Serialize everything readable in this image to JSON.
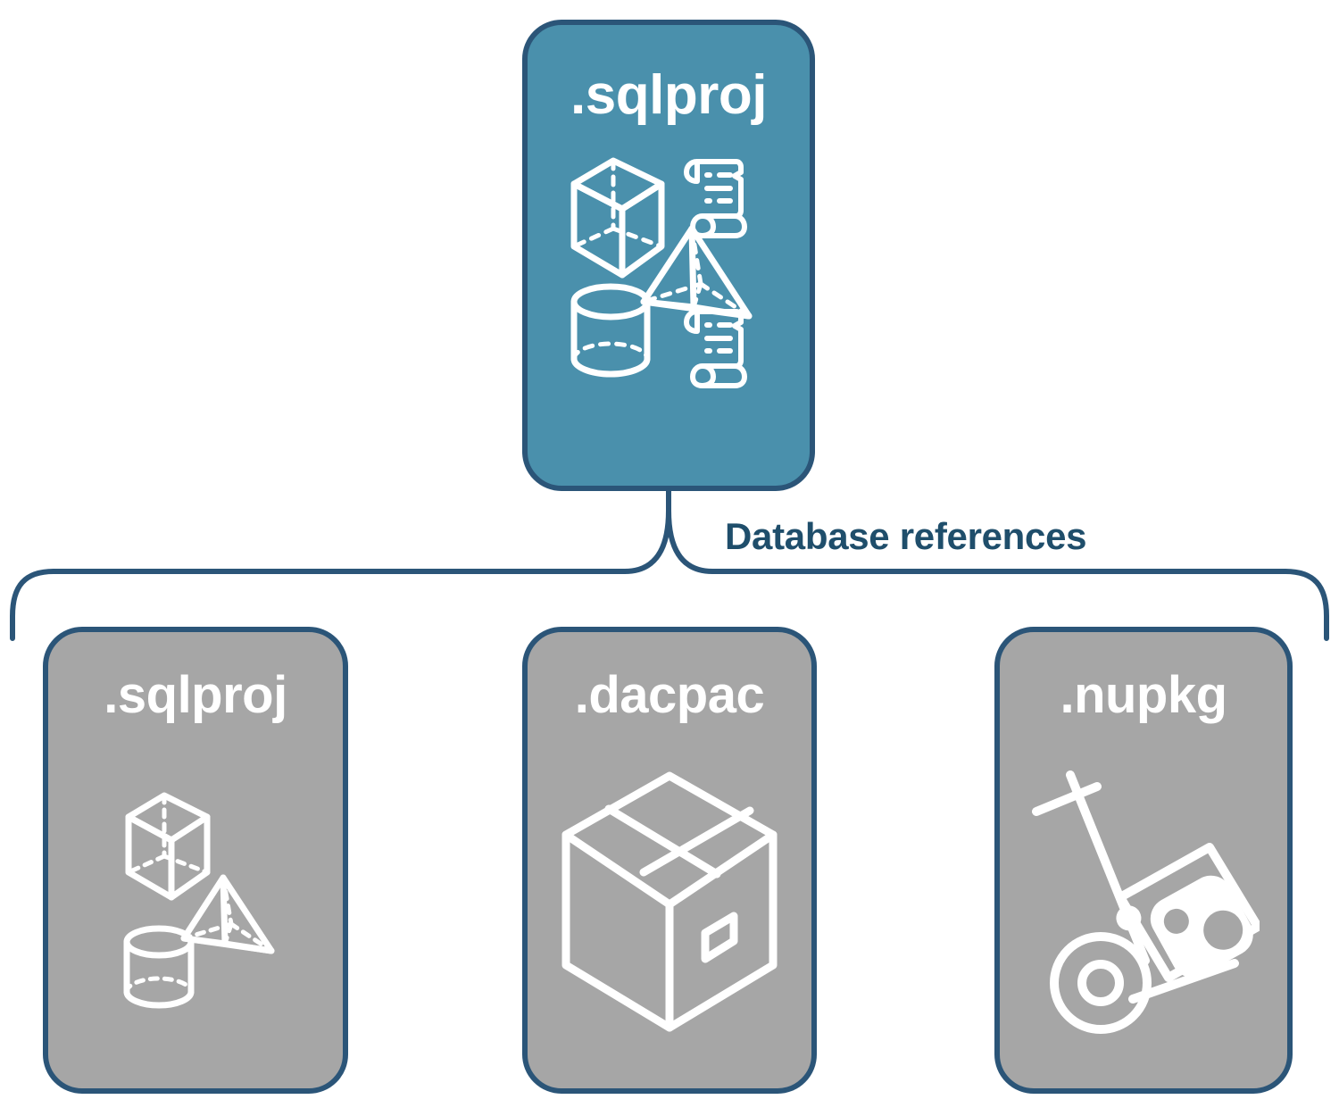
{
  "diagram": {
    "title": "sqlproj database references",
    "colors": {
      "source_fill": "#4A90AC",
      "reference_fill": "#A6A6A6",
      "stroke": "#2B5578",
      "label_text": "#1F4E6B",
      "card_text": "#FFFFFF",
      "background": "#FFFFFF"
    }
  },
  "source": {
    "label": ".sqlproj",
    "icons": [
      "cube-wireframe-icon",
      "scroll-script-icon",
      "pyramid-wireframe-icon",
      "cylinder-wireframe-icon",
      "scroll-script-icon"
    ]
  },
  "connector": {
    "label": "Database references",
    "style": "curly-brace-bracket"
  },
  "references": [
    {
      "label": ".sqlproj",
      "icons": [
        "cube-wireframe-icon",
        "pyramid-wireframe-icon",
        "cylinder-wireframe-icon"
      ]
    },
    {
      "label": ".dacpac",
      "icons": [
        "shipping-box-icon"
      ]
    },
    {
      "label": ".nupkg",
      "icons": [
        "hand-truck-icon",
        "nuget-package-icon"
      ]
    }
  ]
}
